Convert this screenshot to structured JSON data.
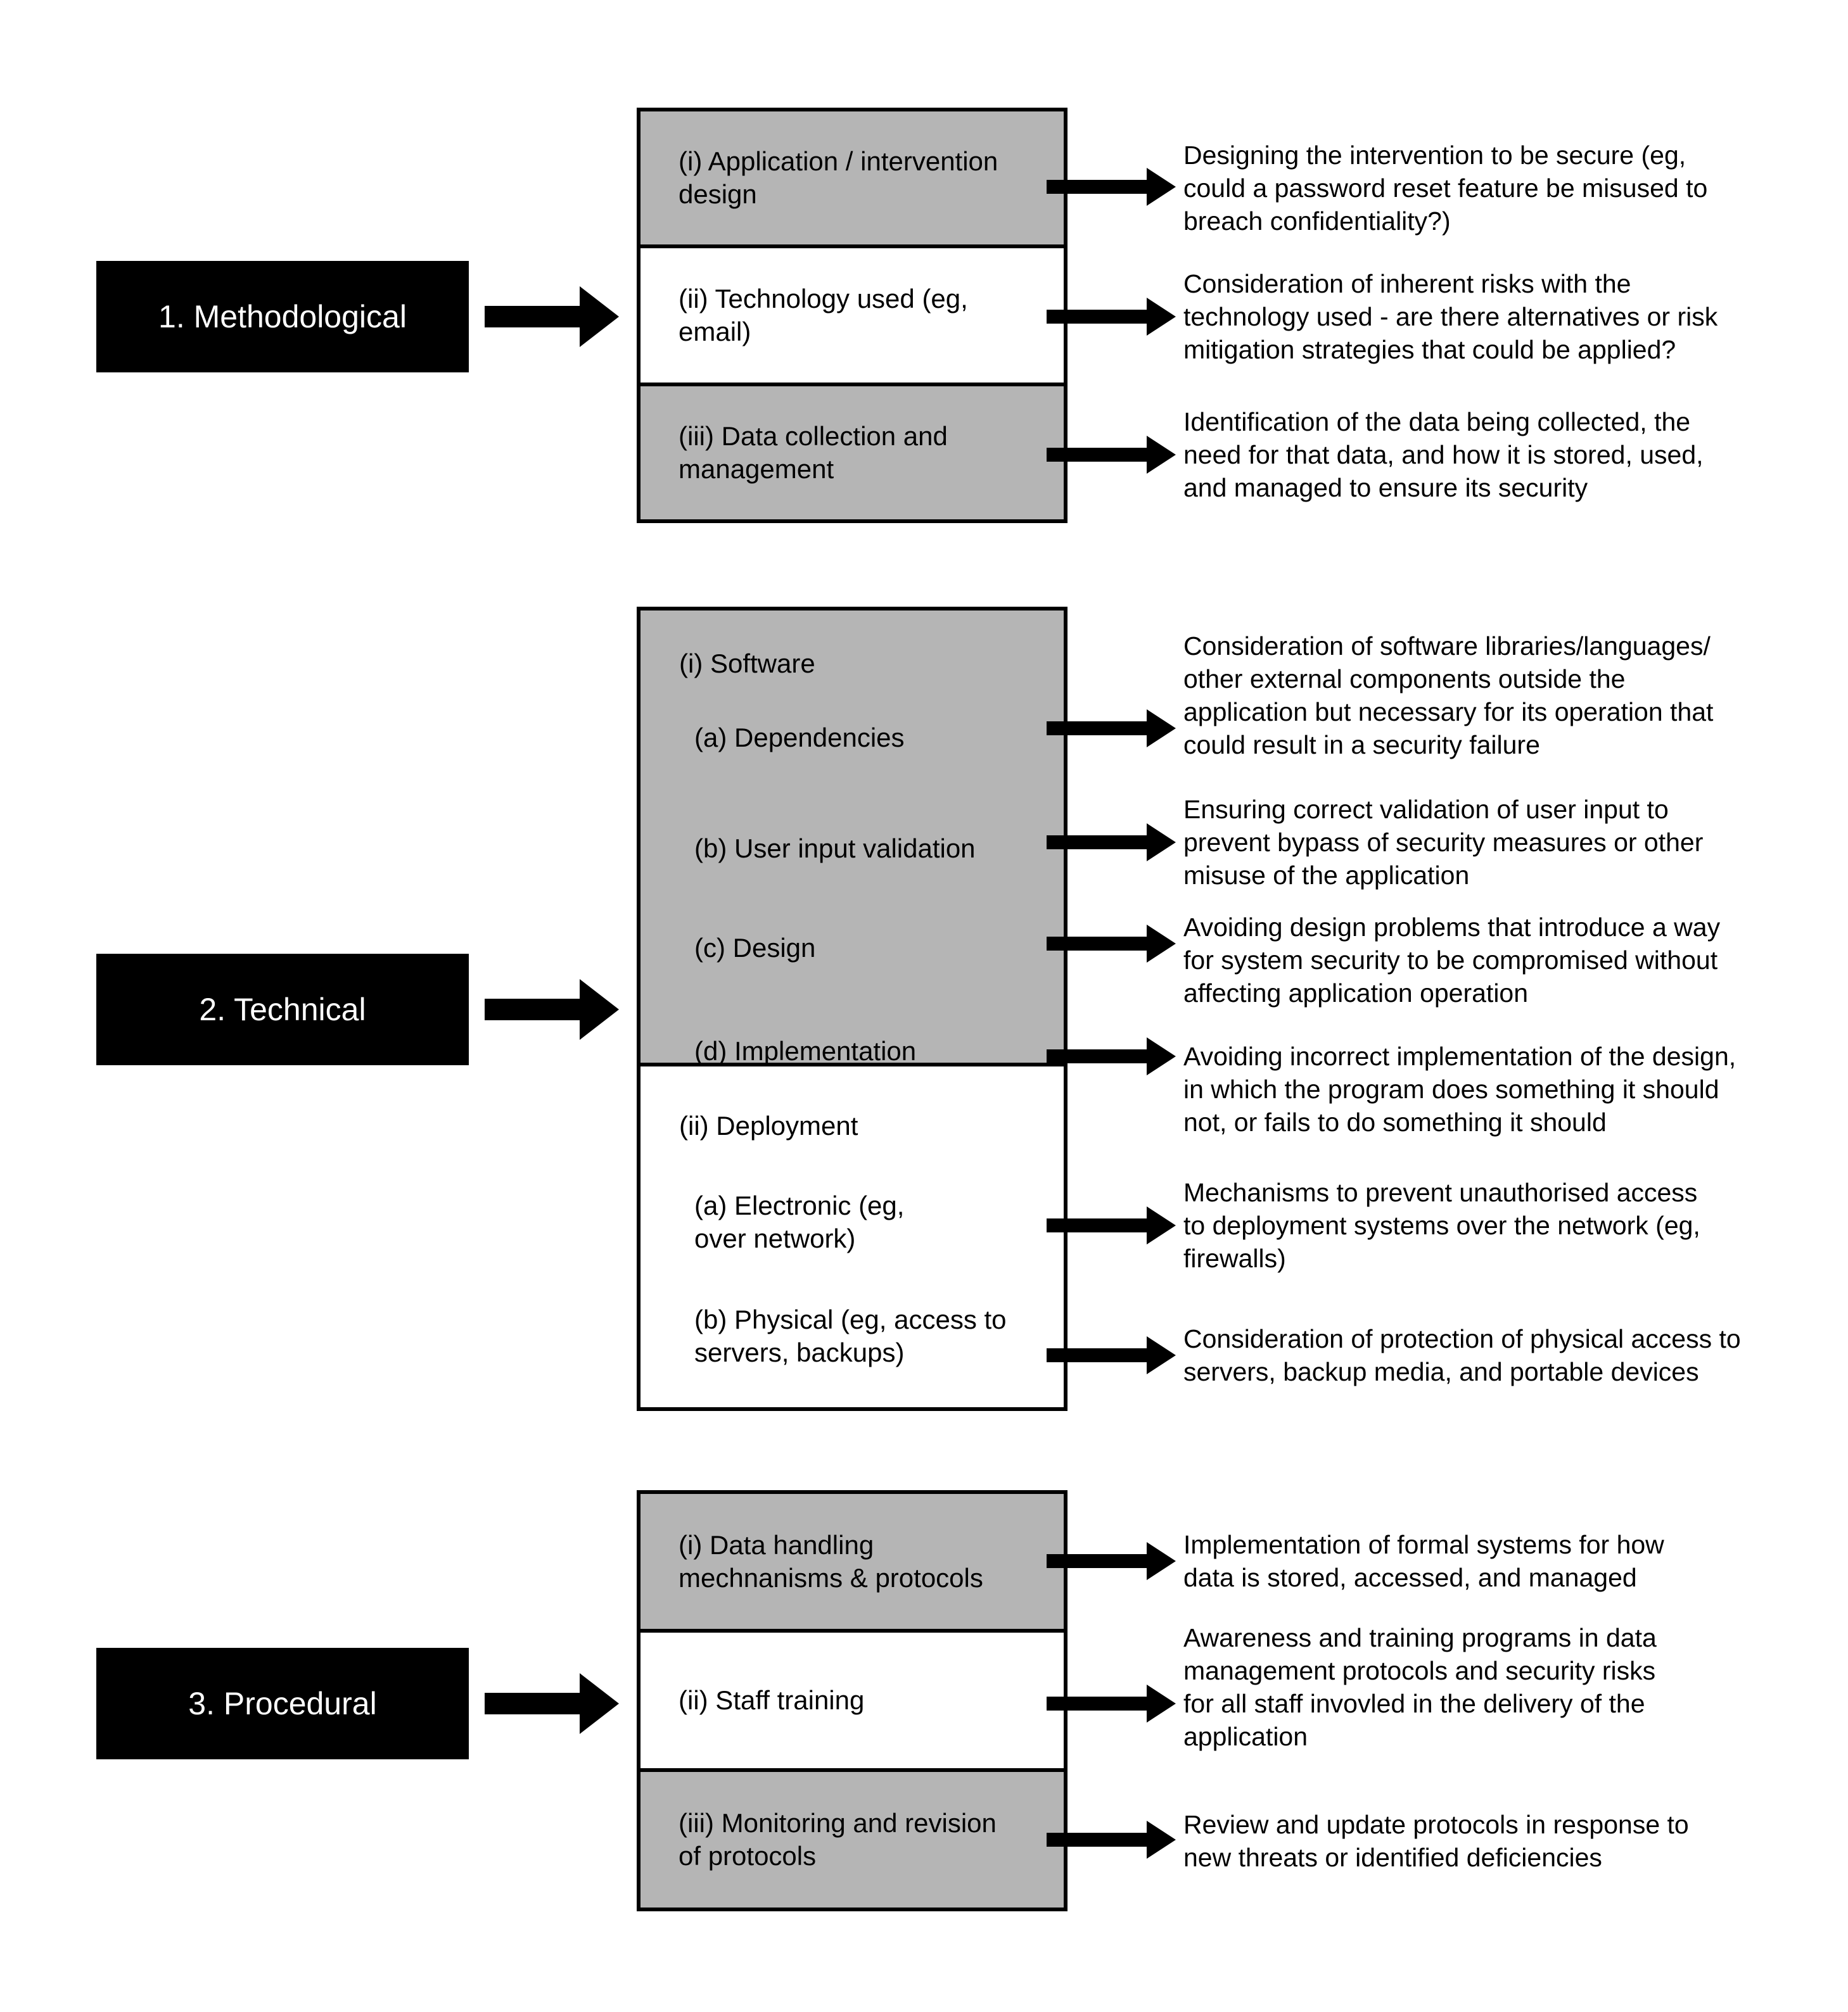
{
  "colors": {
    "category_box_fill": "#000000",
    "category_box_text": "#ffffff",
    "shaded_row_fill": "#b5b5b5",
    "unshaded_row_fill": "#ffffff",
    "line_and_arrow": "#000000"
  },
  "sections": [
    {
      "label": "1. Methodological",
      "items": [
        "(i) Application / intervention\ndesign",
        "(ii) Technology used (eg,\nemail)",
        "(iii) Data collection and\nmanagement"
      ],
      "descriptions": [
        "Designing the intervention to be secure (eg,\ncould a password reset feature be misused to\nbreach confidentiality?)",
        "Consideration of inherent risks with the\ntechnology used - are there alternatives or risk\nmitigation strategies that could be applied?",
        "Identification of the data being collected, the\nneed for that data, and how it is stored, used,\nand managed to ensure its security"
      ]
    },
    {
      "label": "2. Technical",
      "items": [
        "(i) Software",
        "(a) Dependencies",
        "(b) User input validation",
        "(c) Design",
        "(d) Implementation",
        "(ii) Deployment",
        "(a) Electronic (eg,\nover network)",
        "(b) Physical (eg, access to\nservers, backups)"
      ],
      "descriptions": [
        "Consideration of software libraries/languages/\nother external components outside the\napplication but necessary for its operation that\ncould result in a security failure",
        "Ensuring correct validation of user input to\nprevent bypass of security measures or other\nmisuse of the application",
        "Avoiding design problems that introduce a way\nfor system security to be compromised without\naffecting application operation",
        "Avoiding incorrect implementation of the design,\nin which the program does something it should\nnot, or fails to do something it should",
        "Mechanisms to prevent unauthorised access\nto deployment systems over the network (eg,\nfirewalls)",
        "Consideration of protection of physical access to\nservers, backup media, and portable devices"
      ]
    },
    {
      "label": "3. Procedural",
      "items": [
        "(i) Data handling\nmechnanisms & protocols",
        "(ii) Staff training",
        "(iii) Monitoring and revision\nof protocols"
      ],
      "descriptions": [
        "Implementation of formal systems for how\ndata is stored, accessed, and managed",
        "Awareness and training programs in data\nmanagement protocols and security risks\nfor all staff invovled in the delivery of the\napplication",
        "Review and update protocols in response to\nnew threats or identified deficiencies"
      ]
    }
  ]
}
